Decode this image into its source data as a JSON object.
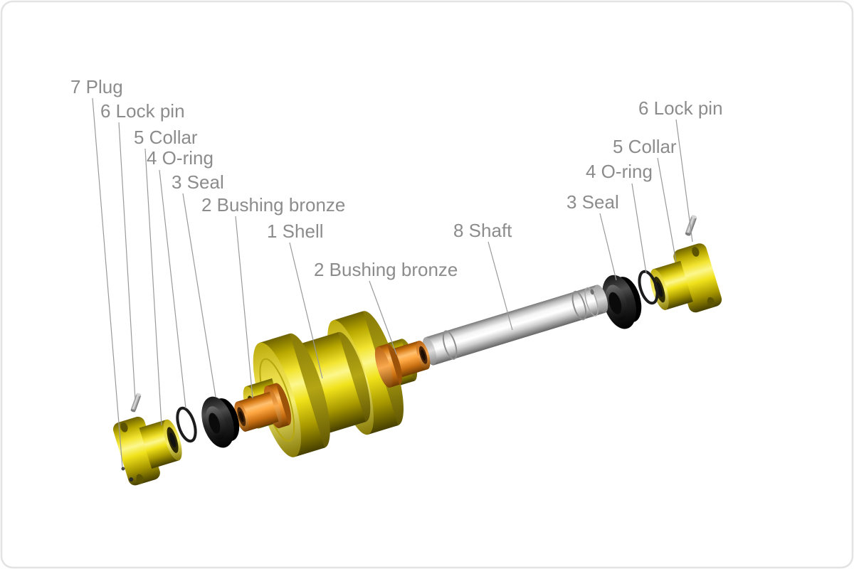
{
  "diagram": {
    "type": "exploded-parts-diagram",
    "subject": "track roller assembly",
    "colors": {
      "background": "#ffffff",
      "border": "#e3e3e3",
      "label_text": "#8c8c8c",
      "leader_line": "#9a9a9a",
      "shell_yellow": "#f2e41c",
      "bushing_orange": "#ffa943",
      "seal_black": "#1a1a1a",
      "shaft_silver": "#f5f5f5"
    },
    "labels": [
      {
        "part_no": "7",
        "name": "Plug",
        "text": "7 Plug"
      },
      {
        "part_no": "6",
        "name": "Lock pin",
        "text": "6 Lock pin"
      },
      {
        "part_no": "5",
        "name": "Collar",
        "text": "5 Collar"
      },
      {
        "part_no": "4",
        "name": "O-ring",
        "text": "4 O-ring"
      },
      {
        "part_no": "3",
        "name": "Seal",
        "text": "3 Seal"
      },
      {
        "part_no": "2",
        "name": "Bushing bronze",
        "text": "2 Bushing bronze"
      },
      {
        "part_no": "1",
        "name": "Shell",
        "text": "1 Shell"
      },
      {
        "part_no": "2",
        "name": "Bushing bronze",
        "text": "2 Bushing bronze"
      },
      {
        "part_no": "8",
        "name": "Shaft",
        "text": "8 Shaft"
      },
      {
        "part_no": "3",
        "name": "Seal",
        "text": "3 Seal"
      },
      {
        "part_no": "4",
        "name": "O-ring",
        "text": "4 O-ring"
      },
      {
        "part_no": "5",
        "name": "Collar",
        "text": "5 Collar"
      },
      {
        "part_no": "6",
        "name": "Lock pin",
        "text": "6 Lock pin"
      }
    ]
  }
}
